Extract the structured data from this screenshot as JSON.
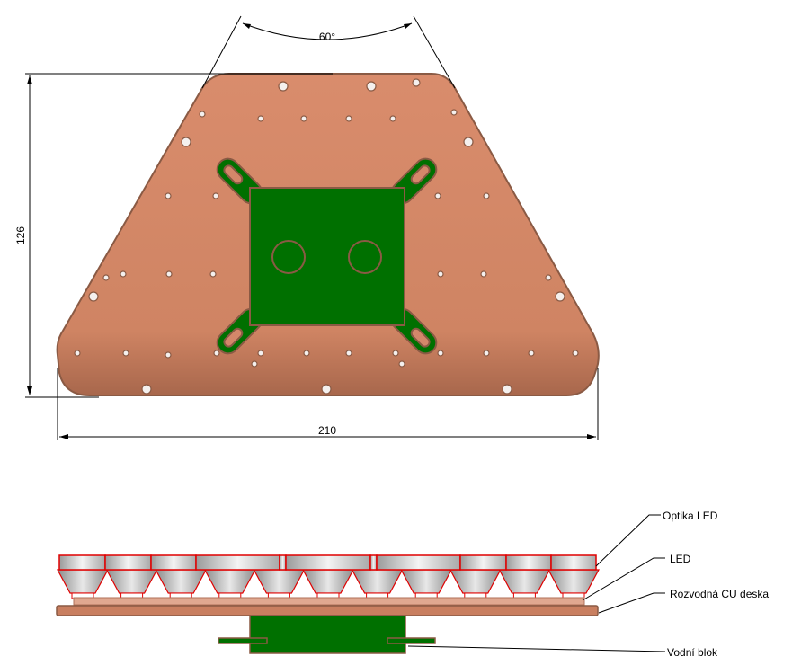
{
  "dimensions": {
    "angle": "60°",
    "height": "126",
    "width": "210"
  },
  "labels": {
    "optics": "Optika LED",
    "led": "LED",
    "board": "Rozvodná CU deska",
    "water_block": "Vodní blok"
  },
  "colors": {
    "copper": "#d4876a",
    "copper_dark": "#8a5a44",
    "green": "#007000",
    "optic_outline": "#e00000"
  }
}
